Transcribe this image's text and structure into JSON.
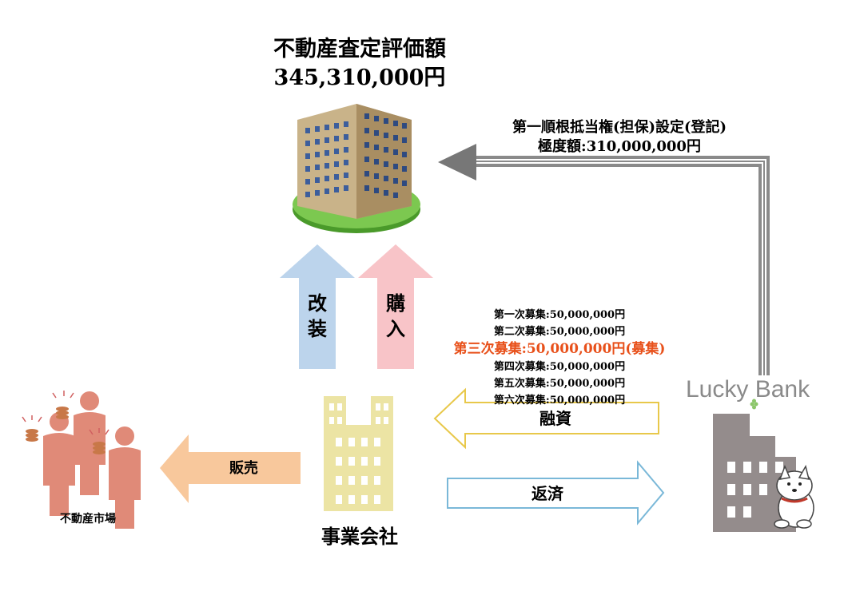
{
  "appraisal": {
    "title": "不動産査定評価額",
    "amount": "345,310,000円"
  },
  "mortgage": {
    "line1": "第一順根抵当権(担保)設定(登記)",
    "line2": "極度額:310,000,000円"
  },
  "up_arrows": {
    "renovation": "改\n装",
    "purchase": "購\n入"
  },
  "recruitments": [
    {
      "text": "第一次募集:50,000,000円",
      "highlight": false
    },
    {
      "text": "第二次募集:50,000,000円",
      "highlight": false
    },
    {
      "text": "第三次募集:50,000,000円(募集)",
      "highlight": true
    },
    {
      "text": "第四次募集:50,000,000円",
      "highlight": false
    },
    {
      "text": "第五次募集:50,000,000円",
      "highlight": false
    },
    {
      "text": "第六次募集:50,000,000円",
      "highlight": false
    }
  ],
  "flows": {
    "financing": "融資",
    "repayment": "返済",
    "sales": "販売"
  },
  "entities": {
    "company": "事業会社",
    "market": "不動産市場",
    "bank": "Lucky Bank"
  },
  "colors": {
    "highlight": "#e8501a",
    "renovation_arrow": "#bcd4ec",
    "purchase_arrow": "#f8c4c8",
    "sales_arrow": "#f8c89c",
    "financing_arrow_border": "#e8c84a",
    "repayment_arrow_border": "#7ab8d8",
    "mortgage_arrow": "#777777",
    "people": "#e08a78",
    "company_building": "#ece4a4",
    "bank_building": "#948c8c"
  }
}
